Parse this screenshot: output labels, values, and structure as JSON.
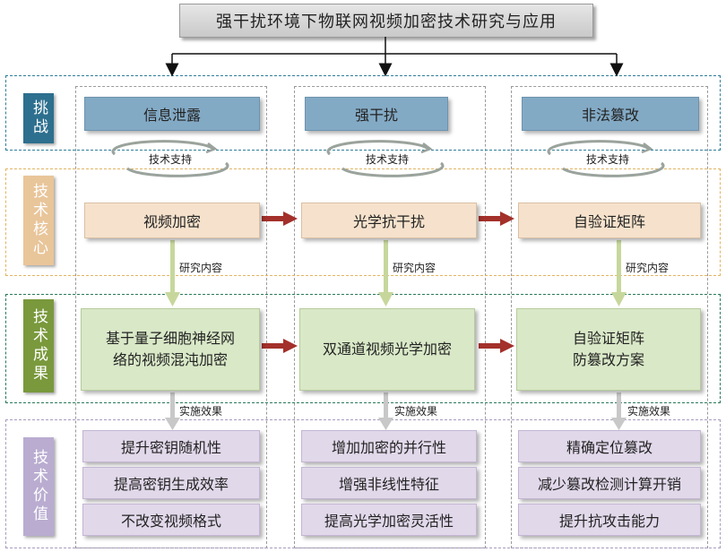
{
  "title": "强干扰环境下物联网视频加密技术研究与应用",
  "rows": {
    "challenge": "挑战",
    "core": "技术核心",
    "result": "技术成果",
    "value": "技术价值"
  },
  "challenges": [
    "信息泄露",
    "强干扰",
    "非法篡改"
  ],
  "support_label": "技术支持",
  "cores": [
    "视频加密",
    "光学抗干扰",
    "自验证矩阵"
  ],
  "research_label": "研究内容",
  "results": [
    [
      "基于量子细胞神经网",
      "络的视频混沌加密"
    ],
    [
      "双通道视频光学加密"
    ],
    [
      "自验证矩阵",
      "防篡改方案"
    ]
  ],
  "effect_label": "实施效果",
  "values": [
    [
      "提升密钥随机性",
      "提高密钥生成效率",
      "不改变视频格式"
    ],
    [
      "增加加密的并行性",
      "增强非线性特征",
      "提高光学加密灵活性"
    ],
    [
      "精确定位篡改",
      "减少篡改检测计算开销",
      "提升抗攻击能力"
    ]
  ],
  "colors": {
    "challenge_band": "#2f7e9a",
    "core_band": "#e2b462",
    "result_band": "#2a7a5a",
    "value_band": "#a89cc0",
    "challenge_label": "#2d6f8e",
    "core_label": "#e9c59a",
    "result_label": "#79993c",
    "value_label": "#b9acd0",
    "arrow_red": "#a3302a",
    "arrow_green": "#c7d79c",
    "arrow_gray": "#c8c8c8"
  }
}
